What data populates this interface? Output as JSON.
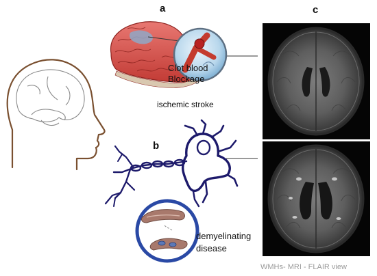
{
  "panels": {
    "a": {
      "letter": "a",
      "callout_line1": "Clot blood",
      "callout_line2": "Blockage",
      "caption": "ischemic stroke"
    },
    "b": {
      "letter": "b",
      "caption_line1": "demyelinating",
      "caption_line2": "disease"
    },
    "c": {
      "letter": "c",
      "caption": "WMHs- MRI - FLAIR view"
    }
  },
  "colors": {
    "head_outline": "#7a5030",
    "brain_outline": "#8a8a8a",
    "cortex_red": "#d9534f",
    "neuron_navy": "#1d1a6b",
    "circle_blue": "#2a49a5",
    "clot_red": "#b82222"
  },
  "icons": [
    "head-profile-icon",
    "brain-cortex-icon",
    "blood-clot-icon",
    "neuron-icon",
    "myelin-sheath-icon"
  ]
}
